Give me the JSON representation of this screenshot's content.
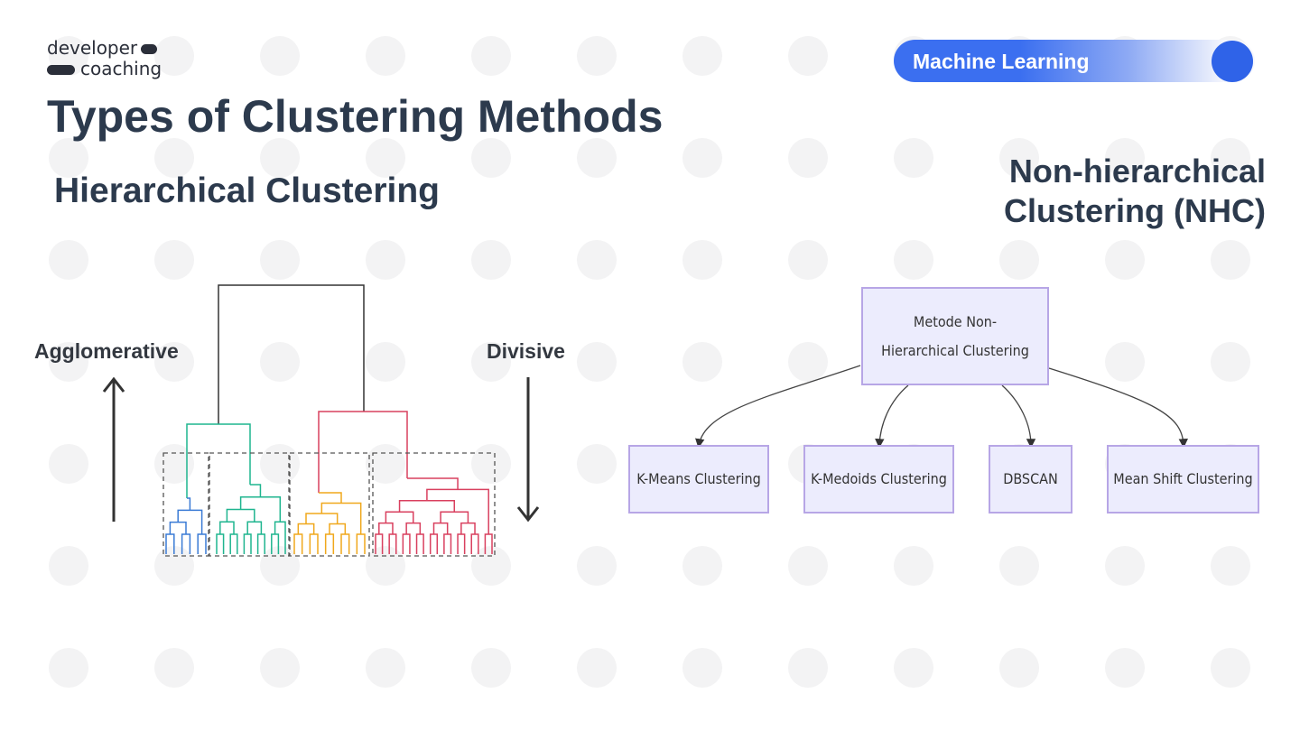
{
  "logo": {
    "line1": "developer",
    "line2": "coaching"
  },
  "badge": {
    "label": "Machine Learning"
  },
  "title": "Types of Clustering Methods",
  "hierarchical": {
    "heading": "Hierarchical Clustering",
    "agglomerative_label": "Agglomerative",
    "divisive_label": "Divisive",
    "cluster_colors": [
      "#3a7bd5",
      "#1fb58f",
      "#f0a81c",
      "#d9405f"
    ]
  },
  "non_hierarchical": {
    "heading_line1": "Non-hierarchical",
    "heading_line2": "Clustering (NHC)",
    "root": "Metode Non-Hierarchical Clustering",
    "children": [
      "K-Means Clustering",
      "K-Medoids Clustering",
      "DBSCAN",
      "Mean Shift Clustering"
    ]
  },
  "colors": {
    "text": "#2c3a4d",
    "accent": "#3b6ff0",
    "node_fill": "#ececfd",
    "node_border": "#b7a6e6"
  }
}
